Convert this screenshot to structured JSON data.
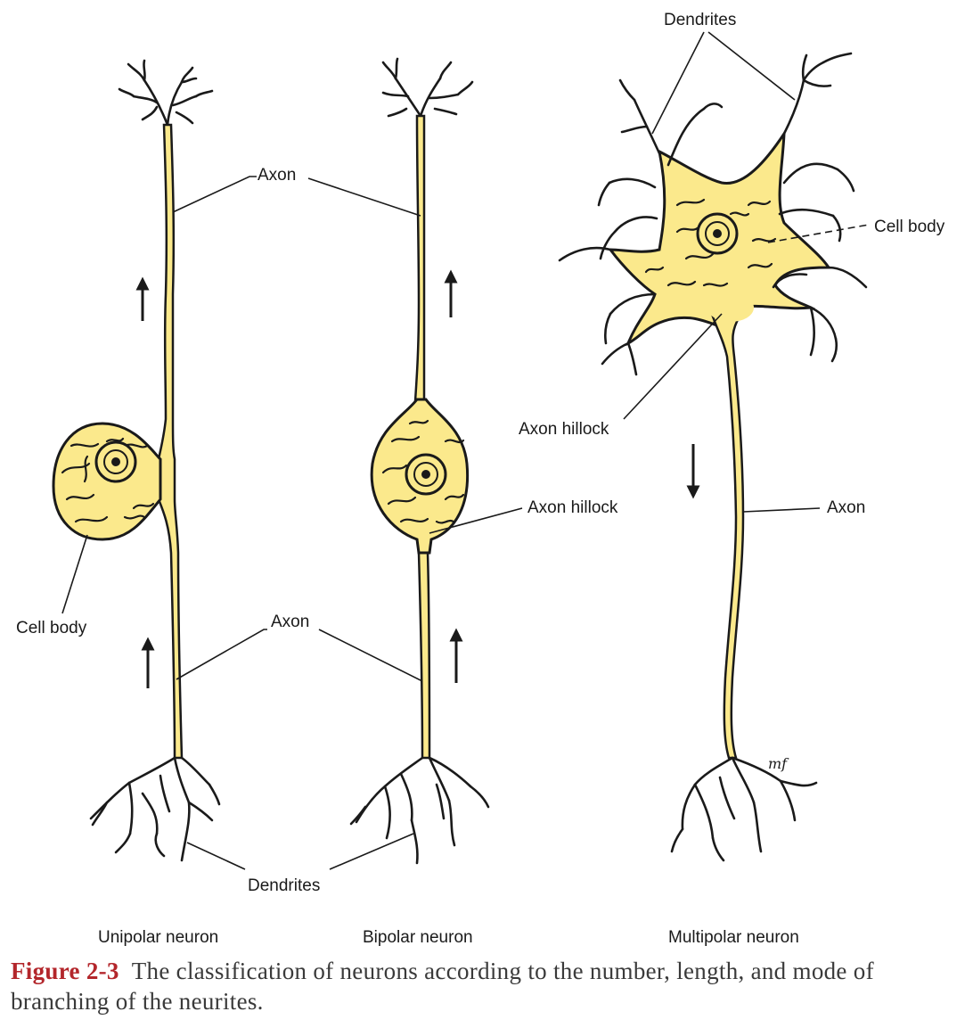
{
  "labels": {
    "unipolar_axon_top": "Axon",
    "unipolar_axon_bottom": "Axon",
    "unipolar_cell_body": "Cell body",
    "unipolar_dendrites": "Dendrites",
    "bipolar_axon_hillock": "Axon hillock",
    "multipolar_dendrites": "Dendrites",
    "multipolar_cell_body": "Cell body",
    "multipolar_axon_hillock": "Axon hillock",
    "multipolar_axon": "Axon",
    "signature": "mf"
  },
  "neuron_titles": {
    "unipolar": "Unipolar neuron",
    "bipolar": "Bipolar neuron",
    "multipolar": "Multipolar neuron"
  },
  "caption": {
    "label": "Figure 2-3",
    "text": "The classification of neurons according to the number, length, and mode of branching of the neurites."
  },
  "colors": {
    "cell_fill": "#fbe98c",
    "outline": "#1a1a1a",
    "caption_label": "#b3262b",
    "caption_text": "#3a3a3a"
  }
}
